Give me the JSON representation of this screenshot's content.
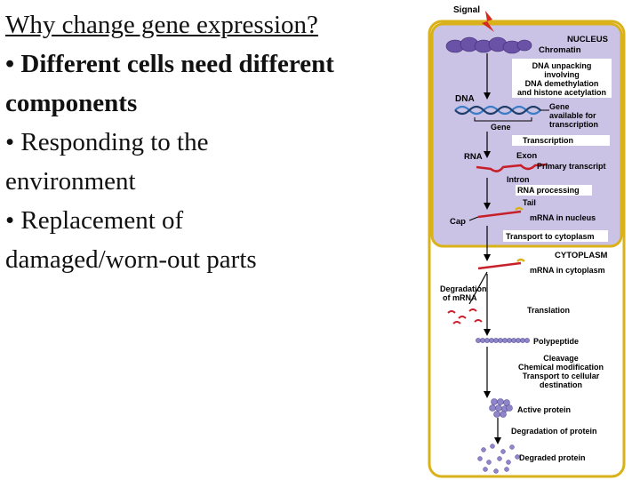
{
  "slide": {
    "title": "Why change gene expression?",
    "bullet1_line1": "• Different cells need different",
    "bullet1_line2": "components",
    "bullet2_line1": "• Responding to the",
    "bullet2_line2": "environment",
    "bullet3_line1": "• Replacement of",
    "bullet3_line2": "damaged/worn-out parts"
  },
  "diagram": {
    "signal": "Signal",
    "nucleus": "NUCLEUS",
    "chromatin": "Chromatin",
    "unpacking_1": "DNA unpacking",
    "unpacking_2": "involving",
    "unpacking_3": "DNA demethylation",
    "unpacking_4": "and histone acetylation",
    "dna": "DNA",
    "gene_available_1": "Gene",
    "gene_available_2": "available for",
    "gene_available_3": "transcription",
    "gene": "Gene",
    "transcription": "Transcription",
    "rna": "RNA",
    "exon": "Exon",
    "primary_transcript": "Primary transcript",
    "intron": "Intron",
    "rna_processing": "RNA processing",
    "tail": "Tail",
    "cap": "Cap",
    "mrna_nucleus": "mRNA in nucleus",
    "transport_cytoplasm": "Transport to cytoplasm",
    "cytoplasm": "CYTOPLASM",
    "mrna_cytoplasm": "mRNA in cytoplasm",
    "degradation_mrna_1": "Degradation",
    "degradation_mrna_2": "of mRNA",
    "translation": "Translation",
    "polypeptide": "Polypeptide",
    "cleavage_1": "Cleavage",
    "cleavage_2": "Chemical modification",
    "cleavage_3": "Transport to cellular",
    "cleavage_4": "destination",
    "active_protein": "Active protein",
    "degradation_protein": "Degradation of protein",
    "degraded_protein": "Degraded protein"
  },
  "colors": {
    "nucleus_fill": "#cbc3e6",
    "outline": "#d9b21a",
    "chromatin": "#6a52a6",
    "dna_blue": "#3a7cc7",
    "rna_red": "#c8202a",
    "polypeptide": "#8e86c8",
    "signal": "#d42a20"
  }
}
